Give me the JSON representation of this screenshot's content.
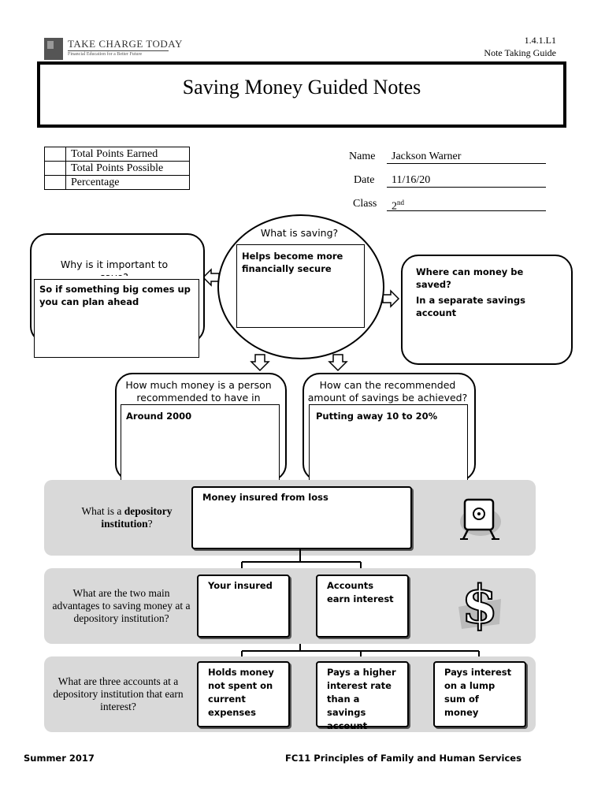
{
  "header": {
    "logo_title": "TAKE CHARGE TODAY",
    "logo_subtitle": "Financial Education for a Better Future",
    "doc_code": "1.4.1.L1",
    "doc_type": "Note Taking Guide"
  },
  "title": "Saving Money Guided Notes",
  "score_table": [
    {
      "label": "Total Points Earned"
    },
    {
      "label": "Total Points Possible"
    },
    {
      "label": "Percentage"
    }
  ],
  "student": {
    "name_label": "Name",
    "name": "Jackson Warner",
    "date_label": "Date",
    "date": "11/16/20",
    "class_label": "Class",
    "class_num": "2",
    "class_sup": "nd"
  },
  "center": {
    "question": "What is saving?",
    "answer": "Helps become more financially secure"
  },
  "left": {
    "question": "Why is it important to save?",
    "answer": "So if something big comes up you can plan ahead"
  },
  "right": {
    "question": "Where can money be saved?",
    "answer": "In a separate savings account"
  },
  "bottom_left": {
    "question": "How much money is a person recommended to have in savings?",
    "answer": "Around 2000"
  },
  "bottom_right": {
    "question": "How can the recommended amount of savings be achieved?",
    "answer": "Putting away 10 to 20%"
  },
  "band1": {
    "q_pre": "What is a ",
    "q_bold": "depository institution",
    "q_post": "?",
    "answer": "Money insured from loss"
  },
  "band2": {
    "question": "What are the two main advantages to saving money at a depository institution?",
    "answers": [
      "Your insured",
      "Accounts earn interest"
    ]
  },
  "band3": {
    "question": "What are three accounts at a depository institution that earn interest?",
    "answers": [
      "Holds money not spent on current expenses",
      "Pays a higher interest rate than a savings account",
      "Pays interest on a lump sum of money"
    ]
  },
  "footer": {
    "left": "Summer 2017",
    "center": "FC11 Principles of Family and Human Services"
  },
  "icons": [
    "safe-icon",
    "dollar-sign-icon",
    "arrow-icon"
  ]
}
